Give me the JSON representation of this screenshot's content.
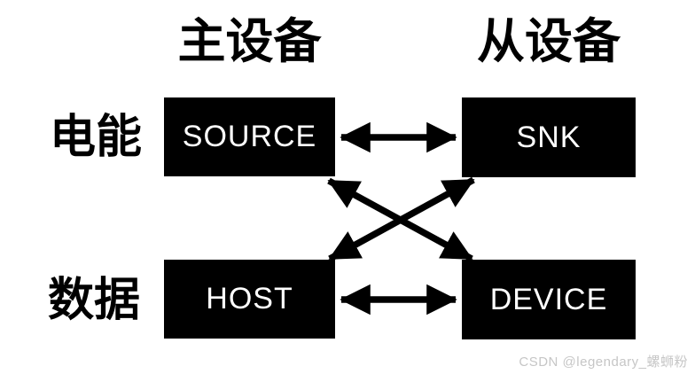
{
  "diagram": {
    "column_headers": [
      {
        "id": "master",
        "label": "主设备"
      },
      {
        "id": "slave",
        "label": "从设备"
      }
    ],
    "row_labels": [
      {
        "id": "power",
        "label": "电能"
      },
      {
        "id": "data",
        "label": "数据"
      }
    ],
    "nodes": {
      "source": {
        "label": "SOURCE"
      },
      "snk": {
        "label": "SNK"
      },
      "host": {
        "label": "HOST"
      },
      "device": {
        "label": "DEVICE"
      }
    },
    "connections": [
      {
        "from": "SOURCE",
        "to": "SNK",
        "type": "bidirectional",
        "orientation": "horizontal"
      },
      {
        "from": "HOST",
        "to": "DEVICE",
        "type": "bidirectional",
        "orientation": "horizontal"
      },
      {
        "from": "SOURCE",
        "to": "DEVICE",
        "type": "bidirectional",
        "orientation": "diagonal"
      },
      {
        "from": "SNK",
        "to": "HOST",
        "type": "bidirectional",
        "orientation": "diagonal"
      }
    ],
    "colors": {
      "background": "#ffffff",
      "node_background": "#000000",
      "node_text": "#ffffff",
      "label_text": "#000000",
      "arrow": "#000000",
      "watermark_text": "#c6c6c6"
    }
  },
  "watermark": {
    "text": "CSDN @legendary_螺蛳粉"
  }
}
